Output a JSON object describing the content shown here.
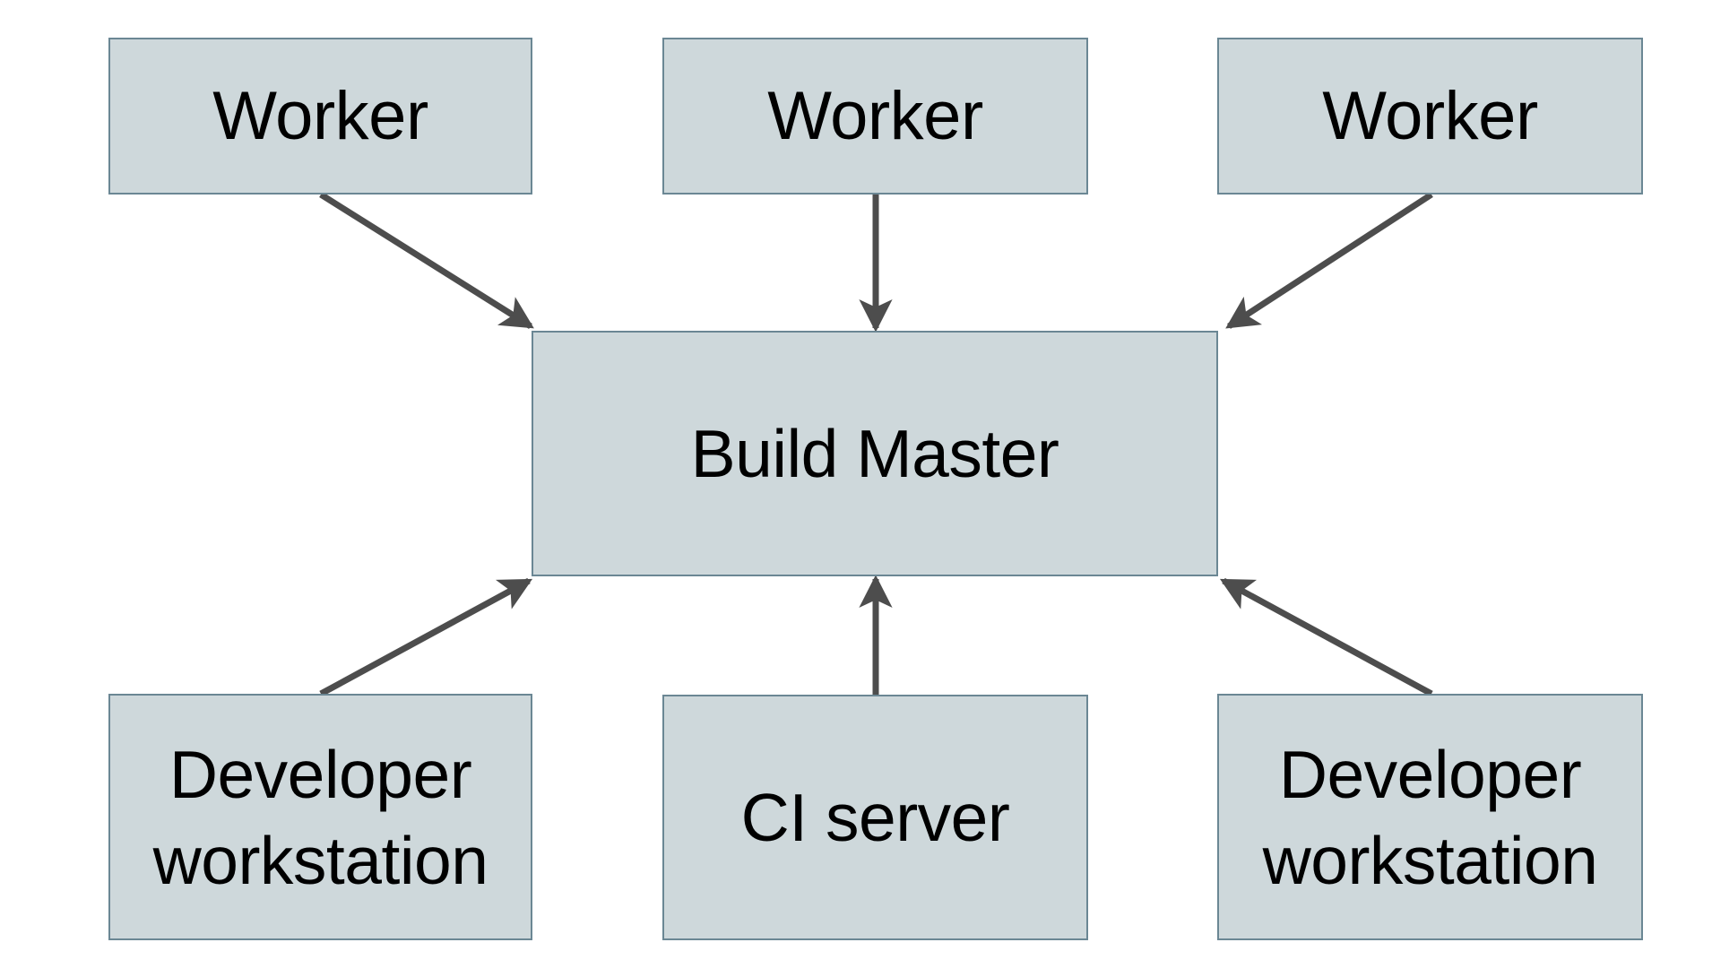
{
  "diagram": {
    "type": "flow-diagram",
    "background_color": "#ffffff",
    "node_fill_color": "#ced8db",
    "node_border_color": "#6b8794",
    "edge_color": "#4d4d4d",
    "text_color": "#000000",
    "nodes": [
      {
        "id": "worker-1",
        "label": "Worker"
      },
      {
        "id": "worker-2",
        "label": "Worker"
      },
      {
        "id": "worker-3",
        "label": "Worker"
      },
      {
        "id": "build-master",
        "label": "Build Master"
      },
      {
        "id": "dev-left",
        "label": "Developer\nworkstation"
      },
      {
        "id": "ci-server",
        "label": "CI server"
      },
      {
        "id": "dev-right",
        "label": "Developer\nworkstation"
      }
    ],
    "edges": [
      {
        "from": "worker-1",
        "to": "build-master",
        "direction": "to"
      },
      {
        "from": "worker-2",
        "to": "build-master",
        "direction": "to"
      },
      {
        "from": "worker-3",
        "to": "build-master",
        "direction": "to"
      },
      {
        "from": "dev-left",
        "to": "build-master",
        "direction": "to"
      },
      {
        "from": "ci-server",
        "to": "build-master",
        "direction": "to"
      },
      {
        "from": "dev-right",
        "to": "build-master",
        "direction": "to"
      }
    ]
  }
}
